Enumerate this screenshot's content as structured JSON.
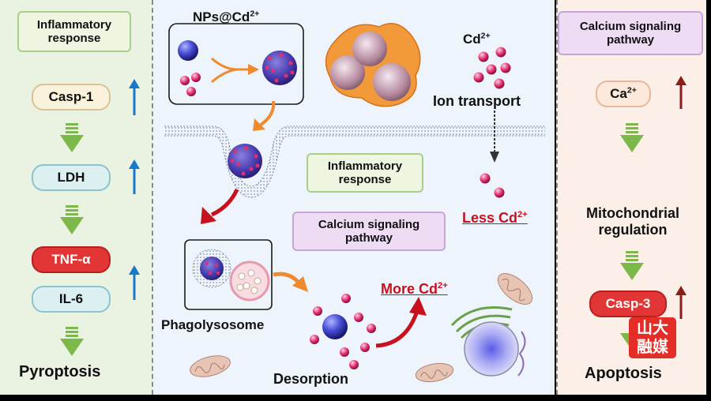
{
  "left_panel": {
    "title": "Inflammatory response",
    "markers": [
      "Casp-1",
      "LDH",
      "TNF-α",
      "IL-6"
    ],
    "outcome": "Pyroptosis"
  },
  "middle_panel": {
    "nanoparticle_base": "NPs@Cd",
    "nanoparticle_sup": "2+",
    "cd_base": "Cd",
    "cd_sup": "2+",
    "ion_transport": "Ion transport",
    "less_cd_base": "Less Cd",
    "less_cd_sup": "2+",
    "more_cd_base": "More Cd",
    "more_cd_sup": "2+",
    "inflammatory_box": "Inflammatory response",
    "calcium_box": "Calcium signaling pathway",
    "phagolysosome": "Phagolysosome",
    "desorption": "Desorption"
  },
  "right_panel": {
    "title": "Calcium signaling pathway",
    "ca_base": "Ca",
    "ca_sup": "2+",
    "mitochondrial": "Mitochondrial regulation",
    "casp3": "Casp-3",
    "outcome": "Apoptosis"
  },
  "logo": {
    "line1": "山大",
    "line2": "融媒"
  },
  "colors": {
    "up_arrow_blue": "#1a78c8",
    "up_arrow_red": "#8c1c1c",
    "flow_arrow_green": "#7cb84a",
    "accent_red": "#c8101e"
  }
}
